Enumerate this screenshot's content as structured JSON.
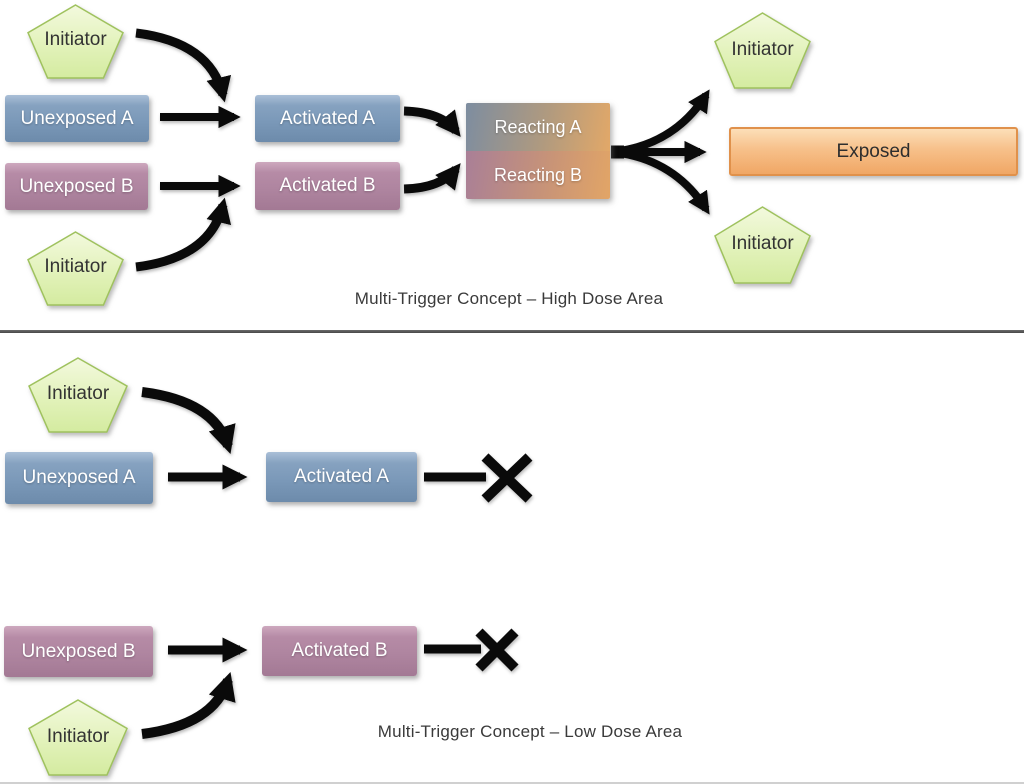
{
  "high_section": {
    "title": "Multi-Trigger Concept – High Dose Area",
    "initiator_top_left": "Initiator",
    "initiator_bottom_left": "Initiator",
    "initiator_top_right": "Initiator",
    "initiator_bottom_right": "Initiator",
    "unexposed_a": "Unexposed A",
    "unexposed_b": "Unexposed B",
    "activated_a": "Activated A",
    "activated_b": "Activated B",
    "reacting_a": "Reacting A",
    "reacting_b": "Reacting B",
    "exposed": "Exposed"
  },
  "low_section": {
    "title": "Multi-Trigger Concept – Low Dose Area",
    "initiator_a": "Initiator",
    "unexposed_a": "Unexposed A",
    "activated_a": "Activated A",
    "initiator_b": "Initiator",
    "unexposed_b": "Unexposed B",
    "activated_b": "Activated B"
  },
  "colors": {
    "blue_box": "#7b99b9",
    "purple_box": "#af85a0",
    "pentagon_green": "#daefaa",
    "pentagon_border": "#9fc25e",
    "exposed_orange": "#f5b97e",
    "exposed_border": "#e0914b",
    "reacting_gradient_right": "#e2a768",
    "arrow_black": "#0a0a0a",
    "divider_gray": "#515151",
    "text_dark": "#333333",
    "text_light": "#ffffff"
  }
}
